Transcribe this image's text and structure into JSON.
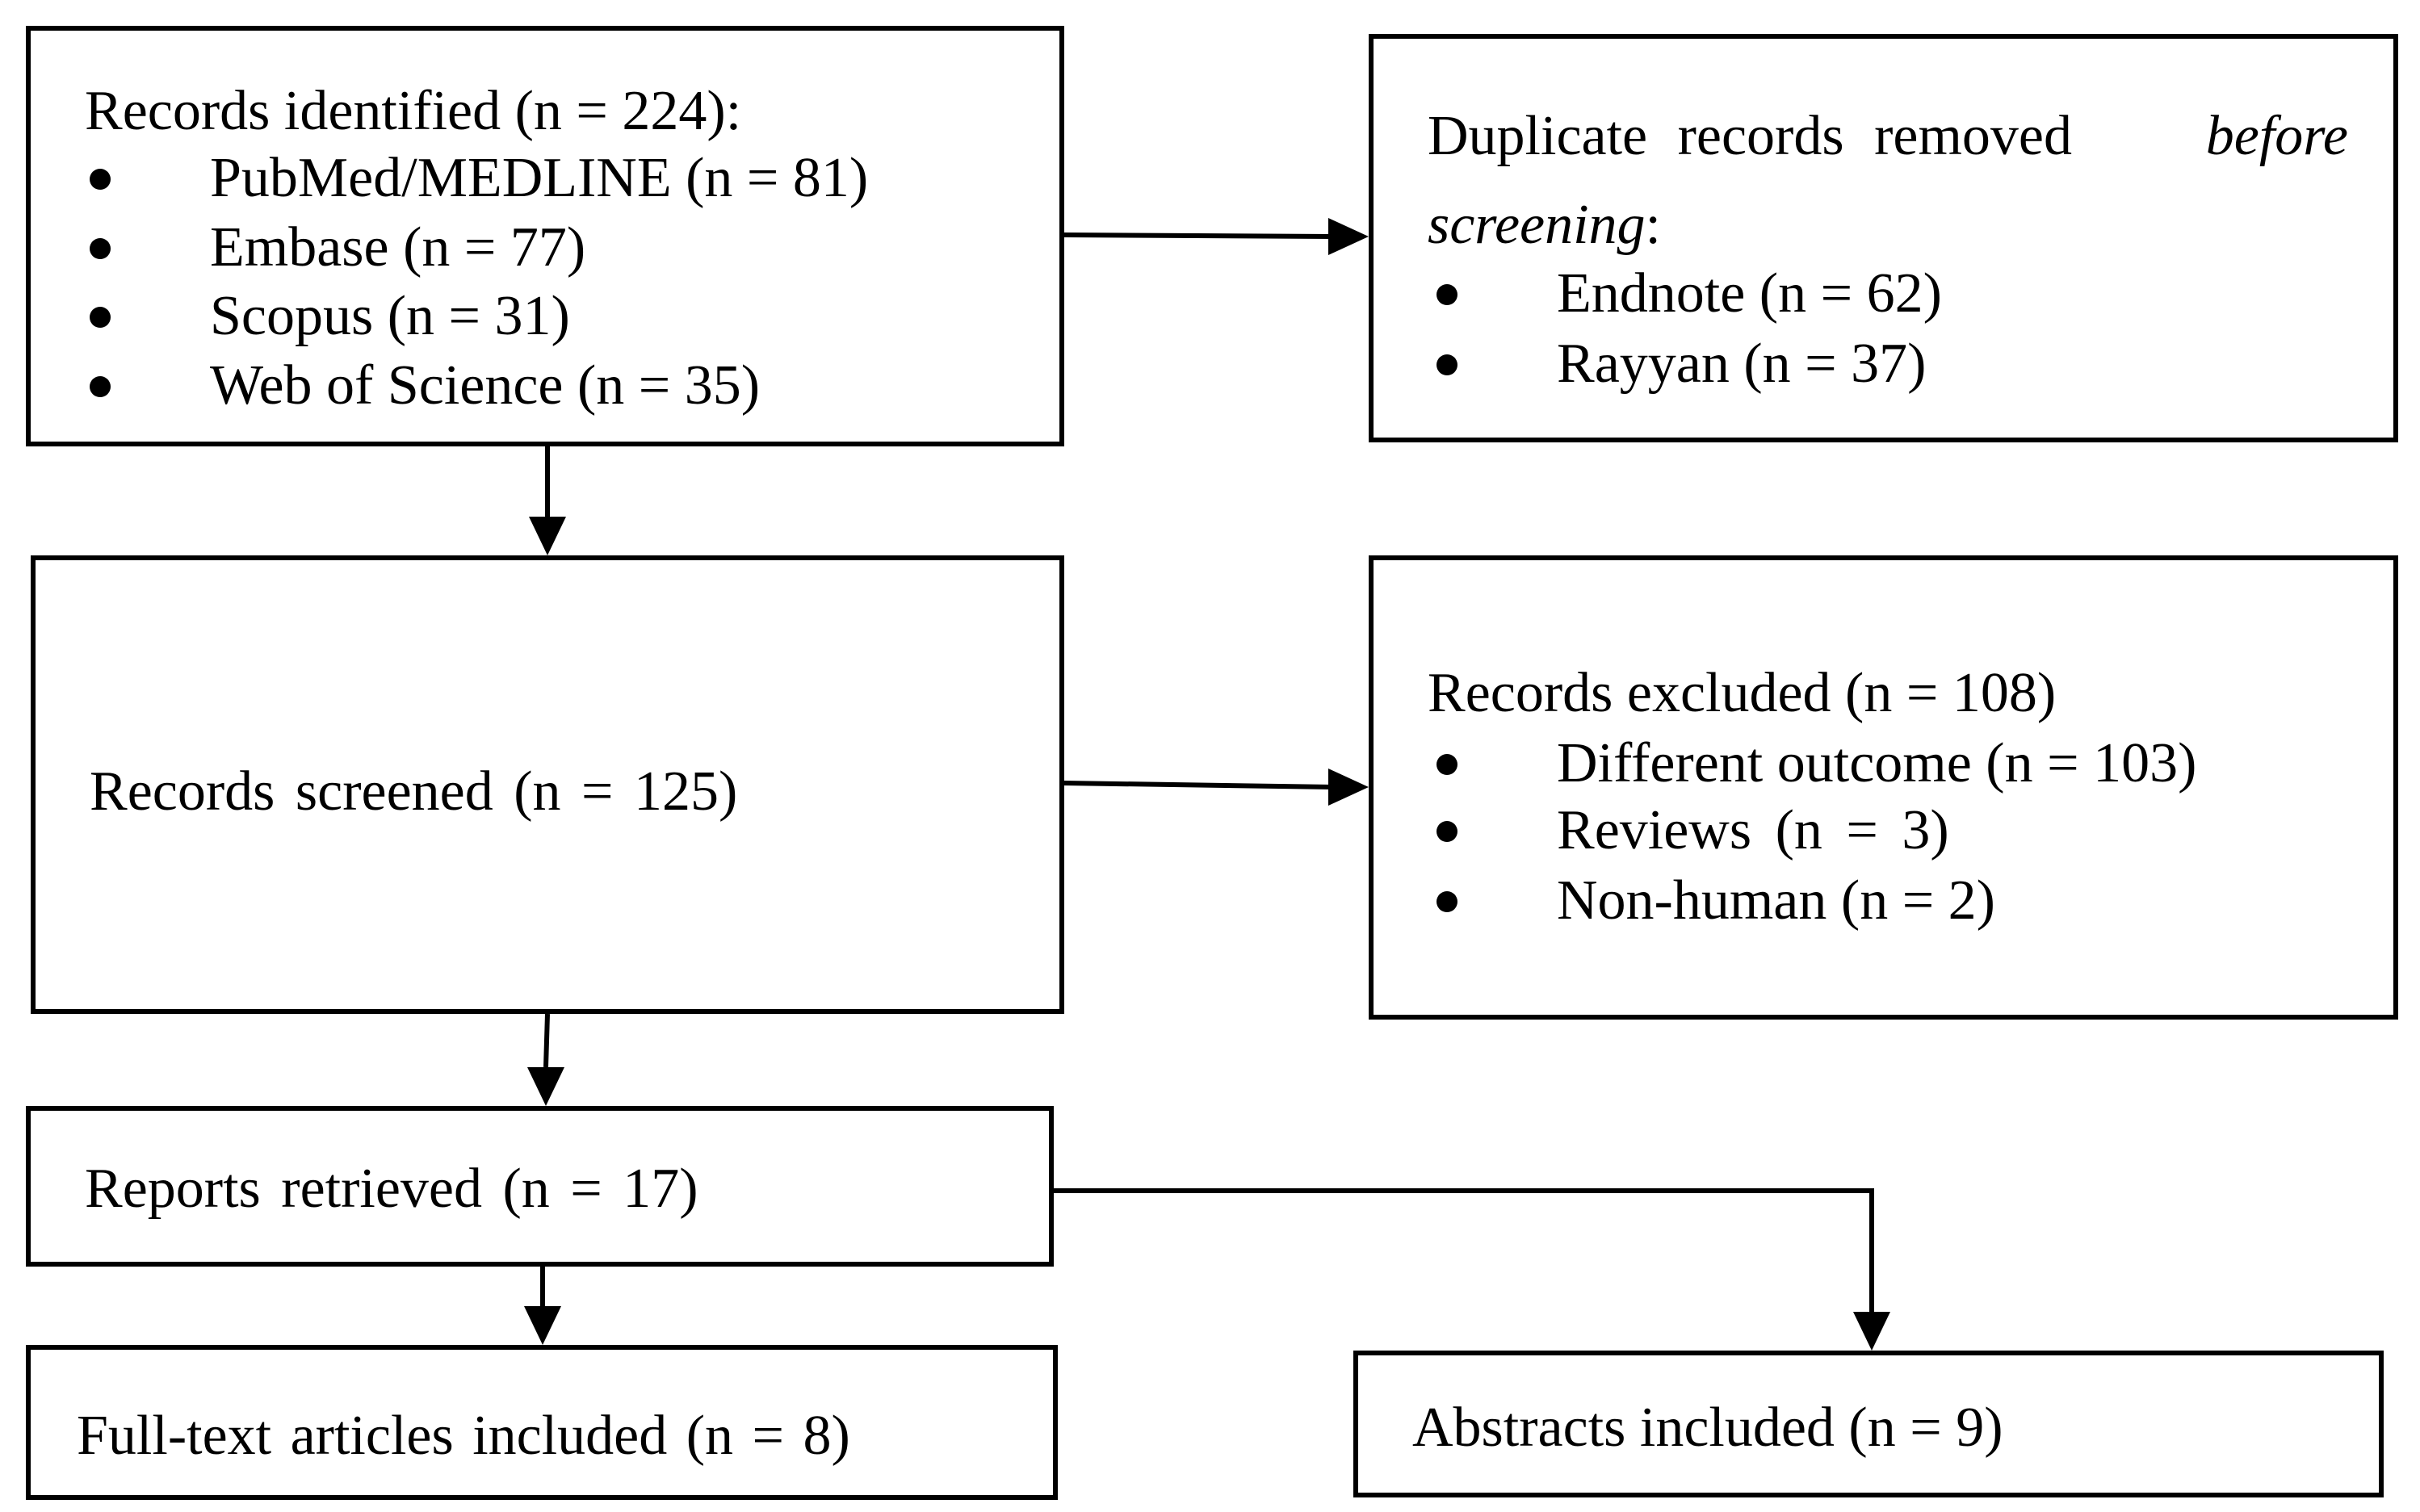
{
  "identification": {
    "title": "Records identified (n = 224):",
    "items": [
      "PubMed/MEDLINE (n = 81)",
      "Embase (n = 77)",
      "Scopus (n = 31)",
      "Web of Science (n = 35)"
    ]
  },
  "duplicates": {
    "title_prefix": "Duplicate records removed",
    "title_italic": "before",
    "title_italic_2": "screening",
    "title_suffix": ":",
    "items": [
      "Endnote (n = 62)",
      "Rayyan (n = 37)"
    ]
  },
  "screened": {
    "label": "Records screened (n = 125)"
  },
  "excluded": {
    "title": "Records excluded (n = 108)",
    "items": [
      "Different outcome (n = 103)",
      "Reviews (n = 3)",
      "Non-human (n = 2)"
    ]
  },
  "retrieved": {
    "label": "Reports retrieved (n = 17)"
  },
  "fulltext": {
    "label": "Full-text articles included (n = 8)"
  },
  "abstracts": {
    "label": "Abstracts included (n = 9)"
  }
}
